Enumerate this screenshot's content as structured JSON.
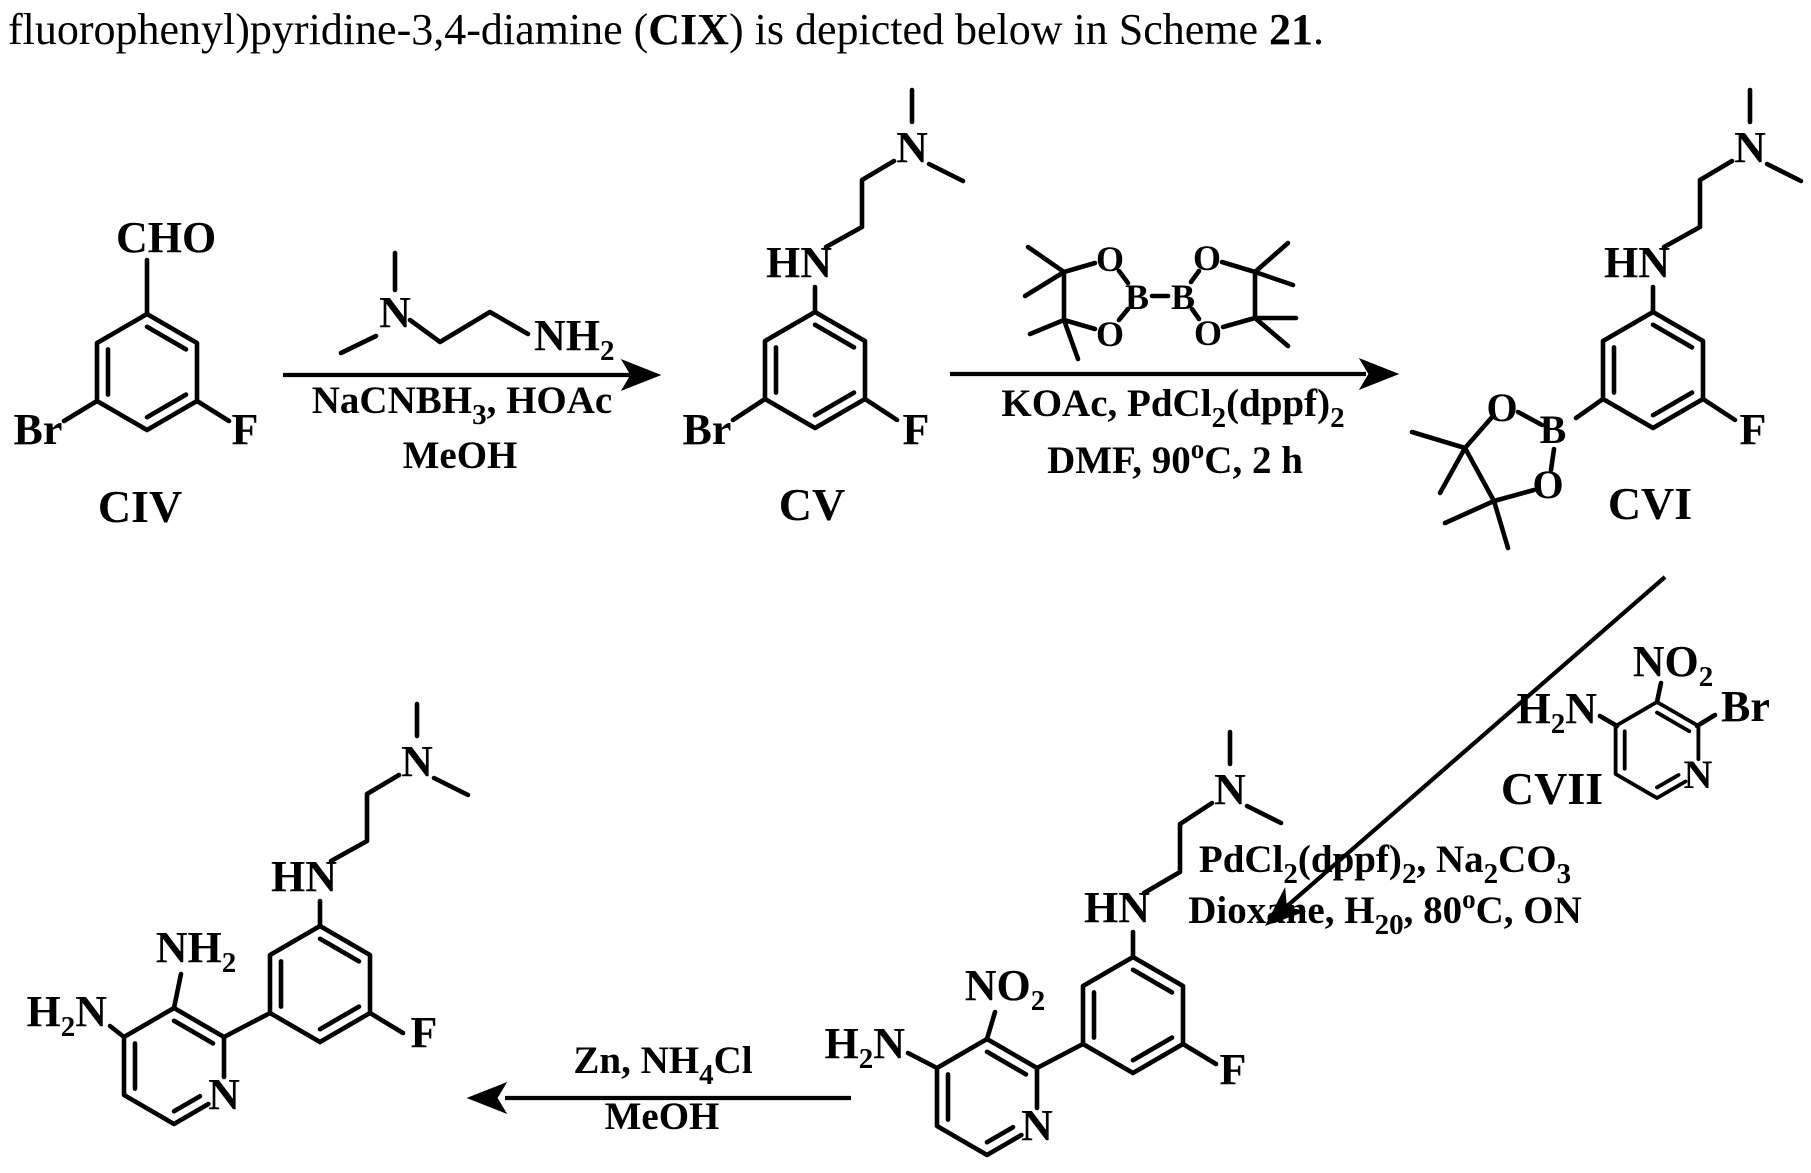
{
  "header": {
    "pre": "fluorophenyl)pyridine-3,4-diamine (",
    "cix": "CIX",
    "mid": ") is depicted below in Scheme ",
    "num": "21",
    "period": "."
  },
  "compounds": {
    "civ": "CIV",
    "cv": "CV",
    "cvi": "CVI",
    "cvii": "CVII"
  },
  "atoms": {
    "cho": "CHO",
    "br": "Br",
    "f": "F",
    "n": "N",
    "hn": "HN",
    "o": "O",
    "b": "B",
    "nh2": {
      "main": "NH",
      "sub": "2"
    },
    "h2n": {
      "h": "H",
      "sub": "2",
      "n": "N"
    },
    "no2": {
      "main": "NO",
      "sub": "2"
    }
  },
  "reagents": {
    "step1": {
      "line1": {
        "a": "NaCNBH",
        "sub": "3",
        "b": ", HOAc"
      },
      "line2": "MeOH"
    },
    "step2": {
      "line1": {
        "a": "KOAc, PdCl",
        "sub1": "2",
        "b": "(dppf)",
        "sub2": "2"
      },
      "line2": {
        "a": "DMF, 90",
        "sup": "o",
        "b": "C, 2 h"
      }
    },
    "step3": {
      "line1": {
        "a": "PdCl",
        "sub1": "2",
        "b": "(dppf)",
        "sub2": "2",
        "c": ", Na",
        "sub3": "2",
        "d": "CO",
        "sub4": "3"
      },
      "line2": {
        "a": "Dioxane, H",
        "sub": "20",
        "b": ", 80",
        "sup": "o",
        "c": "C, ON"
      }
    },
    "step4": {
      "line1": {
        "a": "Zn, NH",
        "sub": "4",
        "b": "Cl"
      },
      "line2": "MeOH"
    }
  }
}
